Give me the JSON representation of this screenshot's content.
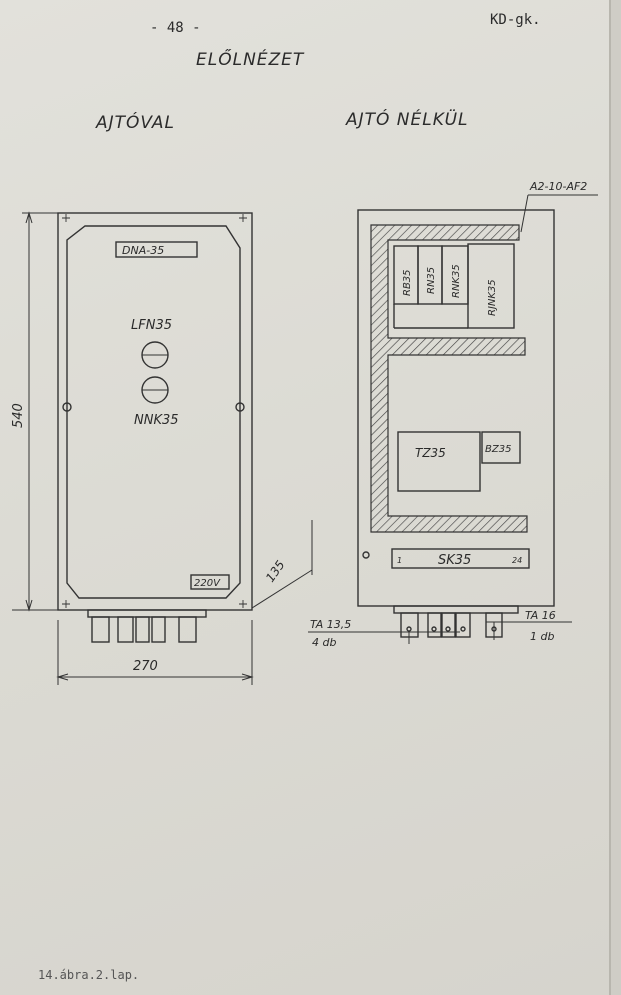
{
  "header": {
    "page_number": "- 48 -",
    "doc_code": "KD-gk.",
    "view_title": "ELŐLNÉZET"
  },
  "left_view": {
    "title": "AJTÓVAL",
    "nameplate": "DNA-35",
    "upper_lamp": "LFN35",
    "lower_lamp": "NNK35",
    "voltage_label": "220V",
    "height_dim": "540",
    "width_dim": "270",
    "depth_dim": "135"
  },
  "right_view": {
    "title": "AJTÓ NÉLKÜL",
    "frame_label": "A2-10-AF2",
    "modules": [
      "RB35",
      "RN35",
      "RNK35",
      "RJNK35"
    ],
    "tz_label": "TZ35",
    "bz_label": "BZ35",
    "terminal_strip": {
      "label": "SK35",
      "start": "1",
      "end": "24"
    },
    "left_terminals": {
      "type": "TA 13,5",
      "count": "4 db"
    },
    "right_terminals": {
      "type": "TA 16",
      "count": "1 db"
    }
  },
  "footer": {
    "caption": "14.ábra.2.lap."
  },
  "colors": {
    "paper": "#dcdbd4",
    "ink": "#2b2b2b"
  }
}
